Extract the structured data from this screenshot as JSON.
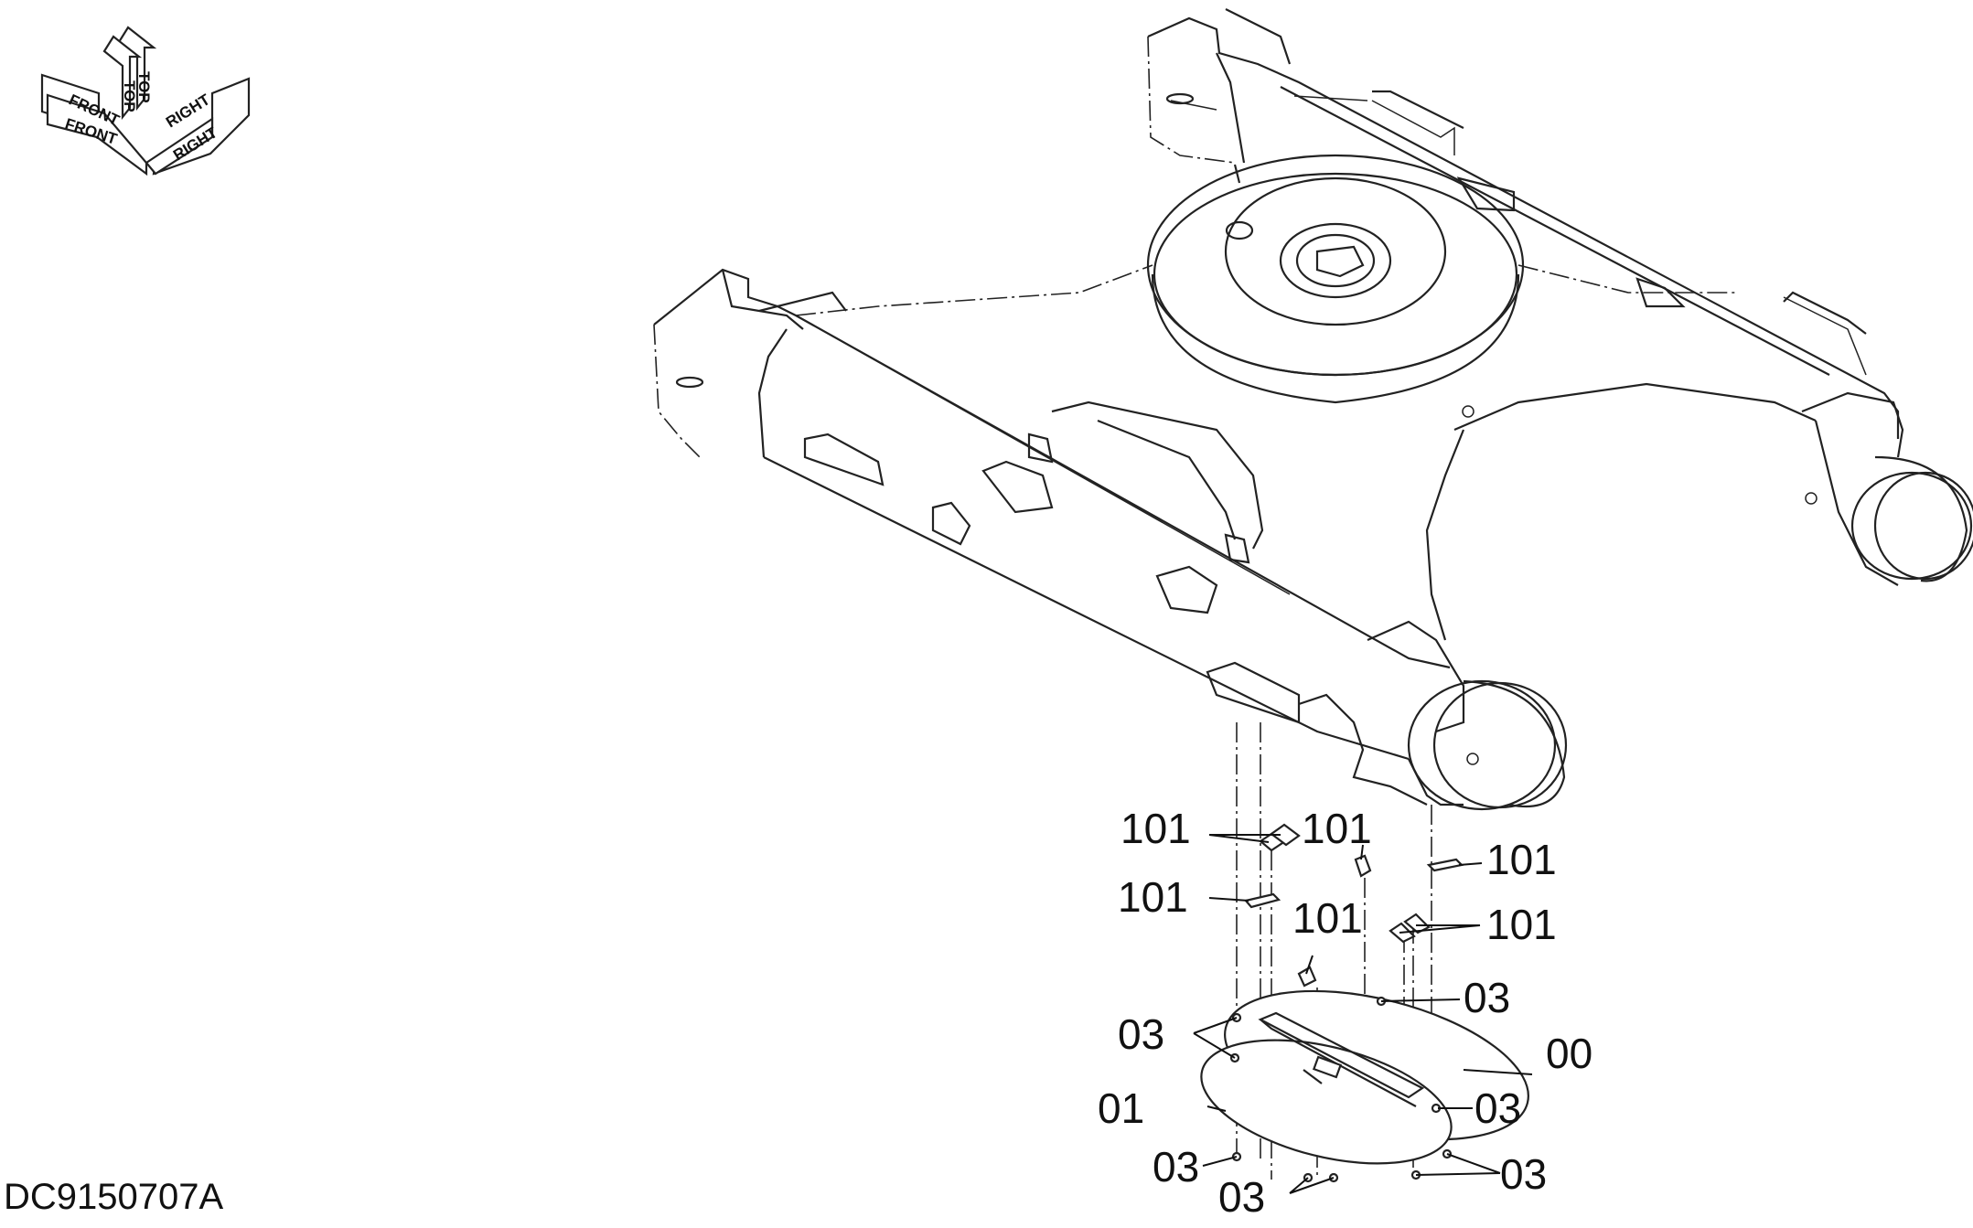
{
  "drawing_code": "DC9150707A",
  "orientation": {
    "front_label": "FRONT",
    "front_label_alt": "FRONT",
    "top_label": "TOP",
    "top_label_alt": "TOP",
    "right_label": "RIGHT",
    "right_label_alt": "RIGHT"
  },
  "callouts": {
    "part_101": "101",
    "part_03": "03",
    "part_00": "00",
    "part_01": "01"
  },
  "colors": {
    "line": "#222222",
    "background": "#ffffff"
  }
}
